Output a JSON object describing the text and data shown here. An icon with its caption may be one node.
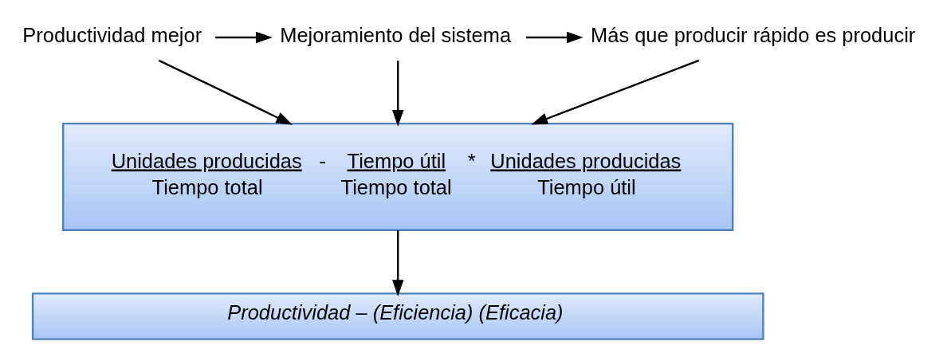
{
  "diagram": {
    "nodes": [
      {
        "text": [
          "Productividad mejor"
        ]
      },
      {
        "text": [
          "Mejoramiento del sistema"
        ]
      },
      {
        "text": [
          "Más que producir rápido es producir"
        ]
      },
      {
        "text": [
          "Unidades producidas",
          "Tiempo total",
          "-",
          "Tiempo útil",
          "Tiempo total",
          "*",
          "Unidades producidas",
          "Tiempo útil"
        ]
      },
      {
        "text": [
          "Productividad – (Eficiencia) (Eficacia)"
        ]
      }
    ],
    "edges": [
      {
        "from": 0,
        "to": 1,
        "arrow": "to"
      },
      {
        "from": 1,
        "to": 2,
        "arrow": "to"
      },
      {
        "from": 0,
        "to": 3,
        "arrow": "to"
      },
      {
        "from": 1,
        "to": 3,
        "arrow": "to"
      },
      {
        "from": 2,
        "to": 3,
        "arrow": "to"
      },
      {
        "from": 3,
        "to": 4,
        "arrow": "to"
      }
    ]
  }
}
